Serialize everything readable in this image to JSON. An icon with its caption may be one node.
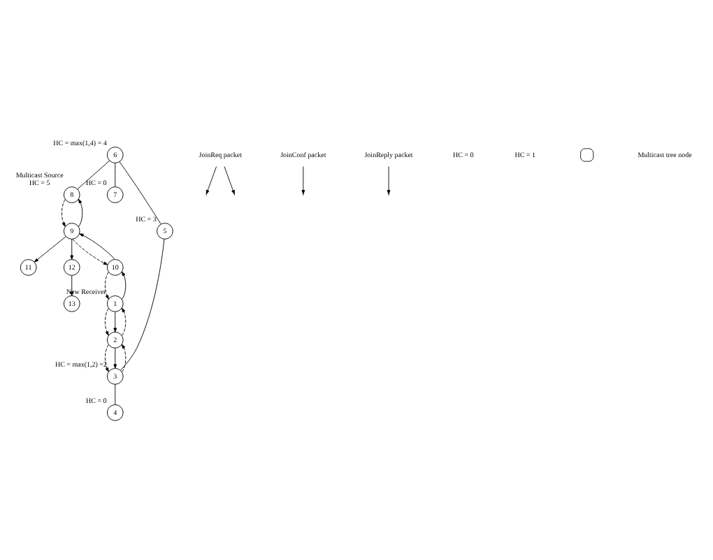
{
  "diagram": {
    "nodes": [
      {
        "text": [
          "8"
        ],
        "beside": [
          "Multicast Source",
          "HC = 5"
        ]
      },
      {
        "text": [
          "11"
        ]
      },
      {
        "text": [
          "6"
        ],
        "beside": [
          "HC = max(1,4) = 4"
        ]
      },
      {
        "text": [
          "7"
        ],
        "beside": [
          "HC = 0"
        ]
      },
      {
        "text": [
          "9"
        ]
      },
      {
        "text": [
          "12"
        ]
      },
      {
        "text": [
          "13"
        ]
      },
      {
        "text": [
          "5"
        ],
        "beside": [
          "HC = 3"
        ]
      },
      {
        "text": [
          "10"
        ]
      },
      {
        "text": [
          "JoinReq packet"
        ]
      },
      {
        "text": [
          "3"
        ],
        "beside": [
          "HC = max(1,2) =2"
        ]
      },
      {
        "text": [
          "2"
        ]
      },
      {
        "text": [
          "1"
        ],
        "beside": [
          "New Receiver"
        ]
      },
      {
        "text": [
          "4"
        ],
        "beside": [
          "HC = 0"
        ]
      },
      {
        "text": [
          "JoinConf packet"
        ]
      },
      {
        "text": [
          "JoinReply packet"
        ]
      }
    ],
    "edges": [
      {
        "from": 2,
        "to": 3,
        "arrow": "none"
      },
      {
        "from": 2,
        "to": 0,
        "arrow": "none"
      },
      {
        "from": 2,
        "to": 7,
        "arrow": "none"
      },
      {
        "from": 7,
        "to": 10,
        "arrow": "none"
      },
      {
        "from": 10,
        "to": 13,
        "arrow": "none"
      },
      {
        "from": 4,
        "to": 0,
        "arrow": "to"
      },
      {
        "from": 0,
        "to": 4,
        "arrow": "to",
        "style": "dashed"
      },
      {
        "from": 4,
        "to": 1,
        "arrow": "to"
      },
      {
        "from": 4,
        "to": 5,
        "arrow": "to"
      },
      {
        "from": 5,
        "to": 6,
        "arrow": "to"
      },
      {
        "from": 8,
        "to": 4,
        "arrow": "to"
      },
      {
        "from": 4,
        "to": 8,
        "arrow": "to",
        "style": "dashed"
      },
      {
        "from": 12,
        "to": 8,
        "arrow": "to"
      },
      {
        "from": 8,
        "to": 12,
        "arrow": "to",
        "style": "dashed"
      },
      {
        "from": 12,
        "to": 11,
        "arrow": "to"
      },
      {
        "from": 11,
        "to": 12,
        "arrow": "to",
        "style": "dashed"
      },
      {
        "from": 11,
        "to": 10,
        "arrow": "to"
      },
      {
        "from": 10,
        "to": 11,
        "arrow": "to",
        "style": "dashed"
      },
      {
        "from": 12,
        "to": 11,
        "arrow": "to",
        "style": "dashed"
      },
      {
        "from": 11,
        "to": 10,
        "arrow": "to",
        "style": "dashed"
      },
      {
        "from": 9,
        "to": null,
        "arrow": "to"
      },
      {
        "from": 9,
        "to": null,
        "arrow": "to"
      },
      {
        "from": 14,
        "to": null,
        "arrow": "to"
      },
      {
        "from": 15,
        "to": null,
        "arrow": "to"
      }
    ],
    "labels": [
      "HC = 0",
      "HC = 1"
    ],
    "legend": [
      {
        "text": "Multicast tree node"
      }
    ]
  }
}
